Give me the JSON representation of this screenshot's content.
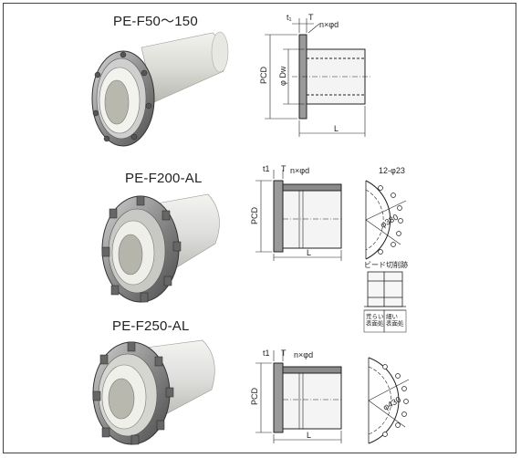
{
  "products": [
    {
      "title": "PE-F50～150",
      "dims": {
        "t1": "t₁",
        "t": "T",
        "bolts": "n×φd",
        "pcd": "PCD",
        "dw": "φ Dw",
        "l": "L"
      }
    },
    {
      "title": "PE-F200-AL",
      "dims": {
        "t1": "t1",
        "t": "T",
        "bolts": "n×φd",
        "pcd": "PCD",
        "l": "L",
        "holes": "12-φ23",
        "pcd_value": "φ380"
      },
      "bead": {
        "title": "ビード切削跡",
        "left_label": "荒らい\n表面処",
        "right_label": "細い\n表面処"
      }
    },
    {
      "title": "PE-F250-AL",
      "dims": {
        "t1": "t1",
        "t": "T",
        "bolts": "n×φd",
        "pcd": "PCD",
        "l": "L",
        "pcd_value": "φ430"
      }
    }
  ]
}
